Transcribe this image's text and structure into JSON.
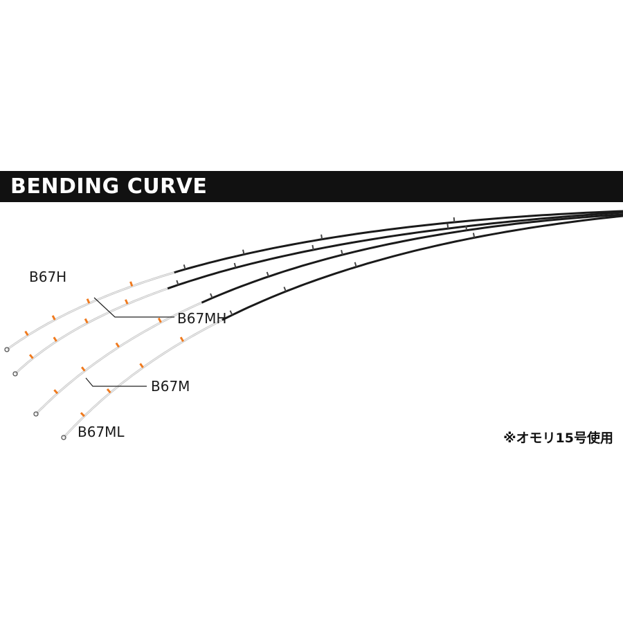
{
  "header": {
    "title": "BENDING CURVE"
  },
  "rods": [
    {
      "label": "B67H",
      "tip_color": "#e8e8e8",
      "guide_color": "#f07a1e"
    },
    {
      "label": "B67MH",
      "tip_color": "#e8e8e8",
      "guide_color": "#f07a1e"
    },
    {
      "label": "B67M",
      "tip_color": "#e8e8e8",
      "guide_color": "#f07a1e"
    },
    {
      "label": "B67ML",
      "tip_color": "#e8e8e8",
      "guide_color": "#f07a1e"
    }
  ],
  "note": "※オモリ15号使用",
  "colors": {
    "blank": "#1a1a1a",
    "header_bg": "#111111",
    "header_text": "#ffffff"
  }
}
